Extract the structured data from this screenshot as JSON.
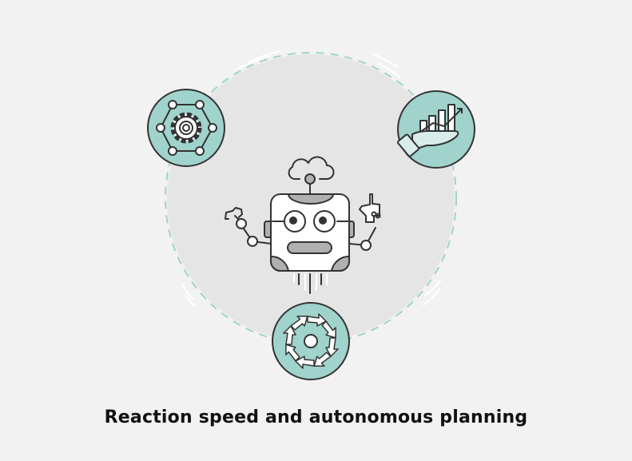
{
  "caption": "Reaction speed and autonomous planning",
  "colors": {
    "background": "#f2f2f2",
    "inner_circle": "#e6e5e6",
    "dashed_ring": "#9fd3cc",
    "badge_fill": "#9fd3cc",
    "outline": "#333333",
    "robot_body": "#ffffff",
    "robot_accent": "#b0b0b0"
  },
  "badges": [
    {
      "name": "network-gear",
      "label": "gear with connected nodes"
    },
    {
      "name": "growth-chart",
      "label": "hand holding rising bar chart"
    },
    {
      "name": "cycle-arrows",
      "label": "circular arrows cycle"
    }
  ],
  "robot": {
    "label": "robot with cloud antenna"
  }
}
